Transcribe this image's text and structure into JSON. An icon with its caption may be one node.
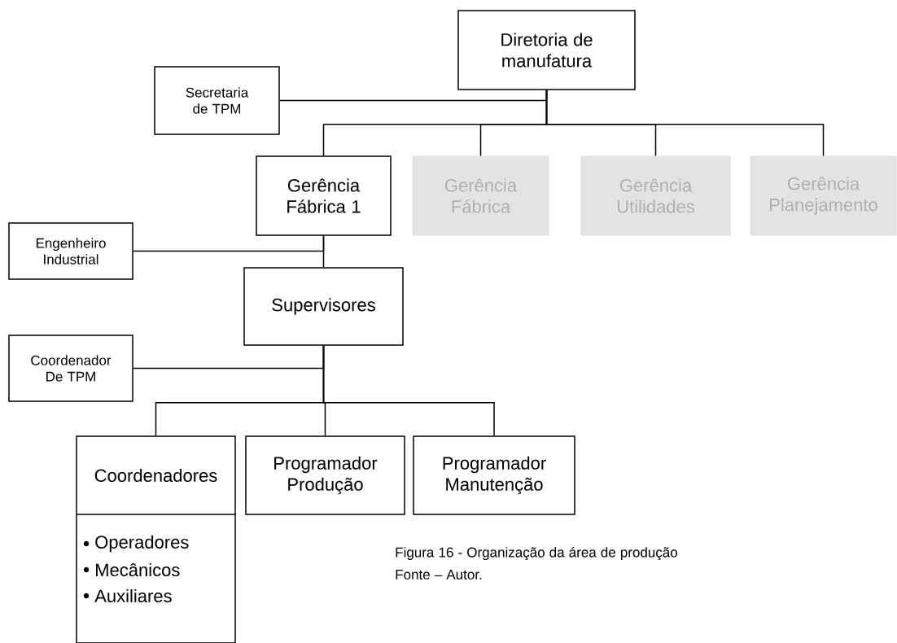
{
  "diagram": {
    "caption": "Figura 16 -  Organização da área de produção",
    "nodes": [
      {
        "text": [
          "Diretoria de manufatura"
        ]
      },
      {
        "text": [
          "Secretaria de TPM"
        ]
      },
      {
        "text": [
          "Gerência Fábrica 1"
        ]
      },
      {
        "text": [
          "Gerência Fábrica"
        ]
      },
      {
        "text": [
          "Gerência Utilidades"
        ]
      },
      {
        "text": [
          "Gerência Planejamento"
        ]
      },
      {
        "text": [
          "Engenheiro Industrial"
        ]
      },
      {
        "text": [
          "Supervisores"
        ]
      },
      {
        "text": [
          "Coordenador De TPM"
        ]
      },
      {
        "text": [
          "Coordenadores",
          "Operadores",
          "Mecânicos",
          "Auxiliares"
        ]
      },
      {
        "text": [
          "Programador Produção"
        ]
      },
      {
        "text": [
          "Programador Manutenção"
        ]
      }
    ],
    "edges": [
      {
        "from": 0,
        "to": 1,
        "arrow": "none"
      },
      {
        "from": 0,
        "to": 2,
        "arrow": "none"
      },
      {
        "from": 0,
        "to": 3,
        "arrow": "none"
      },
      {
        "from": 0,
        "to": 4,
        "arrow": "none"
      },
      {
        "from": 0,
        "to": 5,
        "arrow": "none"
      },
      {
        "from": 2,
        "to": 6,
        "arrow": "none"
      },
      {
        "from": 2,
        "to": 7,
        "arrow": "none"
      },
      {
        "from": 7,
        "to": 8,
        "arrow": "none"
      },
      {
        "from": 7,
        "to": 9,
        "arrow": "none"
      },
      {
        "from": 7,
        "to": 10,
        "arrow": "none"
      },
      {
        "from": 7,
        "to": 11,
        "arrow": "none"
      }
    ],
    "labels": [
      "Fonte – Autor."
    ]
  }
}
